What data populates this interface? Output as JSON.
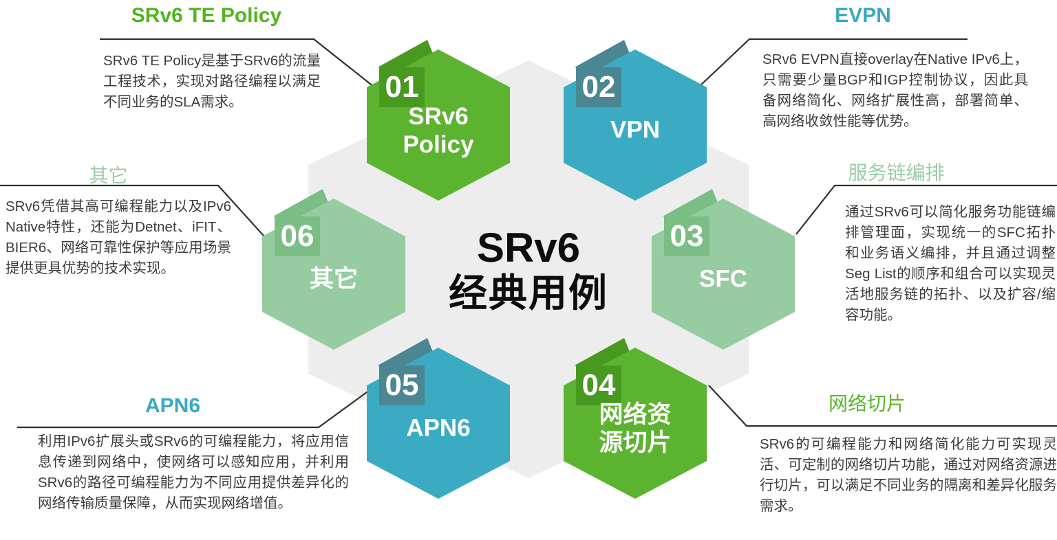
{
  "center": {
    "line1": "SRv6",
    "line2": "经典用例"
  },
  "hexagons": [
    {
      "number": "01",
      "lines": [
        "SRv6",
        "Policy"
      ],
      "color_name": "green",
      "fill": "#5cb32f",
      "badge": "#47991f"
    },
    {
      "number": "02",
      "lines": [
        "VPN"
      ],
      "color_name": "teal",
      "fill": "#3aabc3",
      "badge": "#4b8793"
    },
    {
      "number": "03",
      "lines": [
        "SFC"
      ],
      "color_name": "light-green",
      "fill": "#97cba1",
      "badge": "#7abd85"
    },
    {
      "number": "04",
      "lines": [
        "网络资",
        "源切片"
      ],
      "color_name": "green",
      "fill": "#5cb32f",
      "badge": "#47991f"
    },
    {
      "number": "05",
      "lines": [
        "APN6"
      ],
      "color_name": "teal",
      "fill": "#3aabc3",
      "badge": "#4b8793"
    },
    {
      "number": "06",
      "lines": [
        "其它"
      ],
      "color_name": "light-green",
      "fill": "#97cba1",
      "badge": "#7abd85"
    }
  ],
  "callouts": [
    {
      "id": "srv6-te-policy",
      "title": "SRv6 TE Policy",
      "accent": "#52b41f",
      "description": "SRv6 TE Policy是基于SRv6的流量工程技术，实现对路径编程以满足不同业务的SLA需求。"
    },
    {
      "id": "evpn",
      "title": "EVPN",
      "accent": "#3aa8be",
      "description": "SRv6 EVPN直接overlay在Native IPv6上，只需要少量BGP和IGP控制协议，因此具备网络简化、网络扩展性高，部署简单、高网络收敛性能等优势。"
    },
    {
      "id": "service-chain-orchestration",
      "title": "服务链编排",
      "accent": "#9acda4",
      "description": "通过SRv6可以简化服务功能链编排管理面，实现统一的SFC拓扑和业务语义编排，并且通过调整Seg List的顺序和组合可以实现灵活地服务链的拓扑、以及扩容/缩容功能。"
    },
    {
      "id": "network-slicing",
      "title": "网络切片",
      "accent": "#5cb32f",
      "description": "SRv6的可编程能力和网络简化能力可实现灵活、可定制的网络切片功能，通过对网络资源进行切片，可以满足不同业务的隔离和差异化服务需求。"
    },
    {
      "id": "apn6",
      "title": "APN6",
      "accent": "#3aa8be",
      "description": "利用IPv6扩展头或SRv6的可编程能力，将应用信息传递到网络中，使网络可以感知应用，并利用SRv6的路径可编程能力为不同应用提供差异化的网络传输质量保障，从而实现网络增值。"
    },
    {
      "id": "others",
      "title": "其它",
      "accent": "#9acda4",
      "description": "SRv6凭借其高可编程能力以及IPv6 Native特性，还能为Detnet、iFIT、BIER6、网络可靠性保护等应用场景提供更具优势的技术实现。"
    }
  ],
  "colors": {
    "background": "#ffffff",
    "center_hex": "#ededed",
    "green": "#5cb32f",
    "green_dark": "#47991f",
    "teal": "#3aabc3",
    "teal_dark": "#4b8793",
    "light_green": "#97cba1",
    "light_green_dark": "#7abd85",
    "connector_line": "#2f2f2f",
    "body_text": "#3c3c3c",
    "center_text": "#0d0d0d"
  }
}
